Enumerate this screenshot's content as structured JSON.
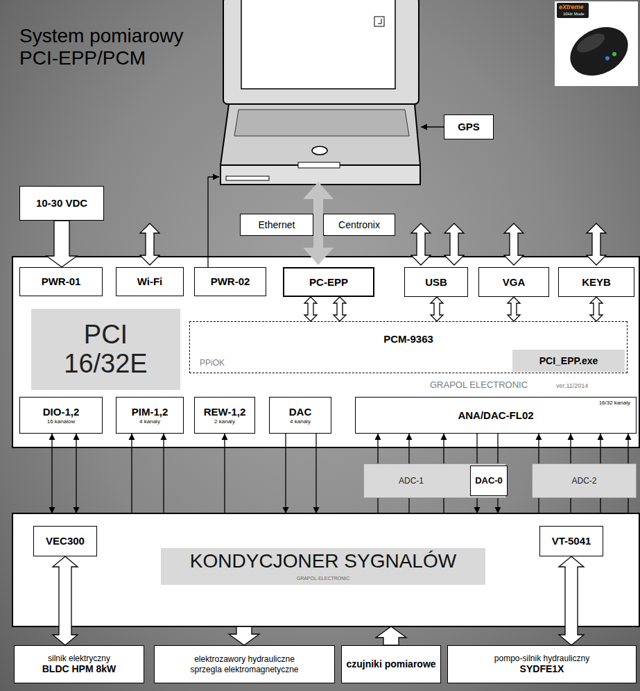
{
  "diagram": {
    "title": "System pomiarowy PCI-EPP/PCM",
    "nodes": [
      {
        "text": [
          "GPS"
        ]
      },
      {
        "text": [
          "10-30 VDC"
        ]
      },
      {
        "text": [
          "Ethernet"
        ]
      },
      {
        "text": [
          "Centronix"
        ]
      },
      {
        "text": [
          "GRAPOL ELECTRONIC",
          "ver.11/2014"
        ]
      },
      {
        "text": [
          "PWR-01"
        ],
        "in": 4
      },
      {
        "text": [
          "Wi-Fi"
        ],
        "in": 4
      },
      {
        "text": [
          "PWR-02"
        ],
        "in": 4
      },
      {
        "text": [
          "PC-EPP"
        ],
        "in": 4
      },
      {
        "text": [
          "USB"
        ],
        "in": 4
      },
      {
        "text": [
          "VGA"
        ],
        "in": 4
      },
      {
        "text": [
          "KEYB"
        ],
        "in": 4
      },
      {
        "text": [
          "PCI 16/32E"
        ],
        "in": 4
      },
      {
        "text": [
          "PCM-9363",
          "PPiOK"
        ],
        "in": 4
      },
      {
        "text": [
          "PCI_EPP.exe"
        ],
        "in": 13
      },
      {
        "text": [
          "DIO-1,2",
          "16 kanalow"
        ],
        "in": 4
      },
      {
        "text": [
          "PIM-1,2",
          "4 kanaly"
        ],
        "in": 4
      },
      {
        "text": [
          "REW-1,2",
          "2 kanaly"
        ],
        "in": 4
      },
      {
        "text": [
          "DAC",
          "4 kanaly"
        ],
        "in": 4
      },
      {
        "text": [
          "ANA/DAC-FL02",
          "16/32 kanaly"
        ],
        "in": 4
      },
      {
        "text": [
          "ADC-1"
        ]
      },
      {
        "text": [
          "DAC-0"
        ],
        "in": 20
      },
      {
        "text": [
          "ADC-2"
        ]
      },
      {
        "text": [
          "KONDYCJONER SYGNALÓW",
          "GRAPOL-ELECTRONIC"
        ]
      },
      {
        "text": [
          "VEC300"
        ],
        "in": 23
      },
      {
        "text": [
          "VT-5041"
        ],
        "in": 23
      },
      {
        "text": [
          "silnik elektryczny",
          "BLDC HPM 8kW"
        ]
      },
      {
        "text": [
          "elektrozawory hydrauliczne",
          "sprzegla elektromagnetyczne"
        ]
      },
      {
        "text": [
          "czujniki pomiarowe"
        ]
      },
      {
        "text": [
          "pompo-silnik hydrauliczny",
          "SYDFE1X"
        ]
      }
    ],
    "edges": [
      {
        "from": 1,
        "to": 5,
        "arrow": "to"
      },
      {
        "from": 8,
        "to": 13,
        "arrow": "both"
      },
      {
        "from": 8,
        "to": 13,
        "arrow": "both"
      },
      {
        "from": 9,
        "to": 13,
        "arrow": "both"
      },
      {
        "from": 10,
        "to": 13,
        "arrow": "both"
      },
      {
        "from": 11,
        "to": 13,
        "arrow": "both"
      },
      {
        "from": 15,
        "to": 23,
        "arrow": "both"
      },
      {
        "from": 15,
        "to": 23,
        "arrow": "both"
      },
      {
        "from": 23,
        "to": 16,
        "arrow": "to"
      },
      {
        "from": 23,
        "to": 16,
        "arrow": "to"
      },
      {
        "from": 23,
        "to": 17,
        "arrow": "to"
      },
      {
        "from": 18,
        "to": 23,
        "arrow": "to"
      },
      {
        "from": 18,
        "to": 23,
        "arrow": "to"
      },
      {
        "from": 20,
        "to": 19,
        "arrow": "to"
      },
      {
        "from": 20,
        "to": 19,
        "arrow": "to"
      },
      {
        "from": 20,
        "to": 19,
        "arrow": "to"
      },
      {
        "from": 19,
        "to": 21,
        "arrow": "none"
      },
      {
        "from": 19,
        "to": 21,
        "arrow": "none"
      },
      {
        "from": 21,
        "to": 23,
        "arrow": "to"
      },
      {
        "from": 21,
        "to": 23,
        "arrow": "to"
      },
      {
        "from": 22,
        "to": 19,
        "arrow": "to"
      },
      {
        "from": 22,
        "to": 19,
        "arrow": "to"
      },
      {
        "from": 22,
        "to": 19,
        "arrow": "to"
      },
      {
        "from": 22,
        "to": 19,
        "arrow": "to"
      },
      {
        "from": 23,
        "to": 20,
        "arrow": "none"
      },
      {
        "from": 23,
        "to": 20,
        "arrow": "none"
      },
      {
        "from": 23,
        "to": 20,
        "arrow": "none"
      },
      {
        "from": 23,
        "to": 22,
        "arrow": "none"
      },
      {
        "from": 23,
        "to": 22,
        "arrow": "none"
      },
      {
        "from": 23,
        "to": 22,
        "arrow": "none"
      },
      {
        "from": 23,
        "to": 22,
        "arrow": "none"
      },
      {
        "from": 24,
        "to": 26,
        "arrow": "both"
      },
      {
        "from": 23,
        "to": 27,
        "arrow": "to"
      },
      {
        "from": 28,
        "to": 23,
        "arrow": "to"
      },
      {
        "from": 25,
        "to": 29,
        "arrow": "both"
      }
    ],
    "labels": [
      "eXtreme",
      "10Hz Mode"
    ]
  }
}
